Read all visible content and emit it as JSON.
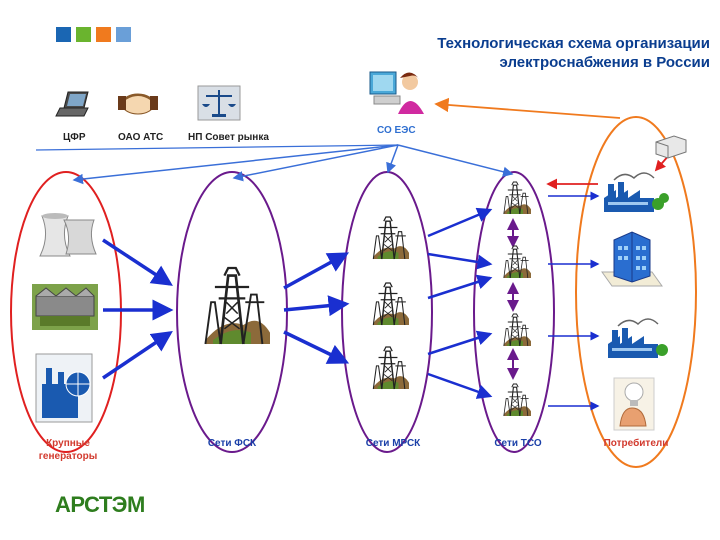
{
  "title": {
    "line1": "Технологическая схема организации",
    "line2": "электроснабжения в России"
  },
  "brand_squares": [
    "#1a66b3",
    "#6ab42e",
    "#f07a1e",
    "#6a9fd8"
  ],
  "top_entities": {
    "cfr": "ЦФР",
    "ats": "ОАО АТС",
    "np": "НП Совет рынка",
    "so": "СО ЕЭС"
  },
  "groups": {
    "generators_line1": "Крупные",
    "generators_line2": "генераторы",
    "fsk": "Сети ФСК",
    "mrsk": "Сети МРСК",
    "tso": "Сети ТСО",
    "consumers": "Потребители"
  },
  "logo_text": "АРСТЭМ",
  "colors": {
    "title": "#0a3d8f",
    "group_label_blue": "#1a3fa8",
    "group_label_red": "#d23a2e",
    "so_label": "#2f6fd0",
    "ellipse_red": "#e02020",
    "ellipse_purple": "#6a1a8c",
    "ellipse_orange": "#f07a1e",
    "arrow_blue": "#1a2fd0",
    "arrow_purple": "#6a1a8c",
    "arrow_red": "#e02020",
    "line_blue": "#3a6fd8",
    "line_orange": "#f07a1e"
  },
  "icons": [
    "laptop-icon",
    "handshake-icon",
    "scales-icon",
    "dispatcher-operator-icon",
    "cooling-tower-icon",
    "power-plant-icon",
    "factory-globe-icon",
    "transmission-tower-icon",
    "factory-icon",
    "office-building-icon",
    "light-bulb-hand-icon",
    "meter-icon"
  ]
}
